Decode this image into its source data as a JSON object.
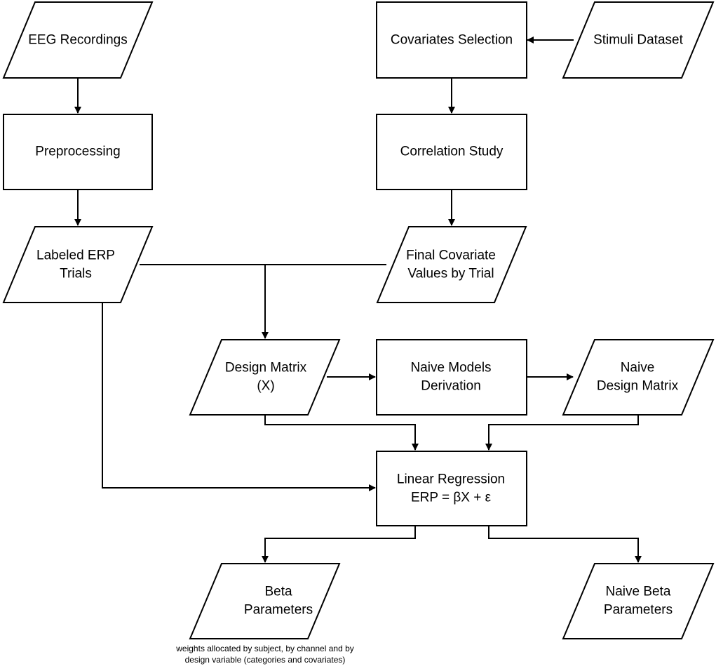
{
  "nodes": {
    "eeg_recordings": {
      "lines": [
        "EEG Recordings"
      ]
    },
    "covariates_selection": {
      "lines": [
        "Covariates Selection"
      ]
    },
    "stimuli_dataset": {
      "lines": [
        "Stimuli Dataset"
      ]
    },
    "preprocessing": {
      "lines": [
        "Preprocessing"
      ]
    },
    "correlation_study": {
      "lines": [
        "Correlation Study"
      ]
    },
    "labeled_erp_trials": {
      "lines": [
        "Labeled ERP",
        "Trials"
      ]
    },
    "final_covariate_values": {
      "lines": [
        "Final Covariate",
        "Values by Trial"
      ]
    },
    "design_matrix": {
      "lines": [
        "Design Matrix",
        "(X)"
      ]
    },
    "naive_models_derivation": {
      "lines": [
        "Naive Models",
        "Derivation"
      ]
    },
    "naive_design_matrix": {
      "lines": [
        "Naive",
        "Design Matrix"
      ]
    },
    "linear_regression": {
      "lines": [
        "Linear Regression",
        "ERP = βX + ε"
      ]
    },
    "beta_parameters": {
      "lines": [
        "Beta",
        "Parameters"
      ]
    },
    "naive_beta_parameters": {
      "lines": [
        "Naive Beta",
        "Parameters"
      ]
    }
  },
  "annotation": {
    "lines": [
      "weights allocated by subject, by channel and by",
      "design variable (categories and covariates)"
    ]
  }
}
